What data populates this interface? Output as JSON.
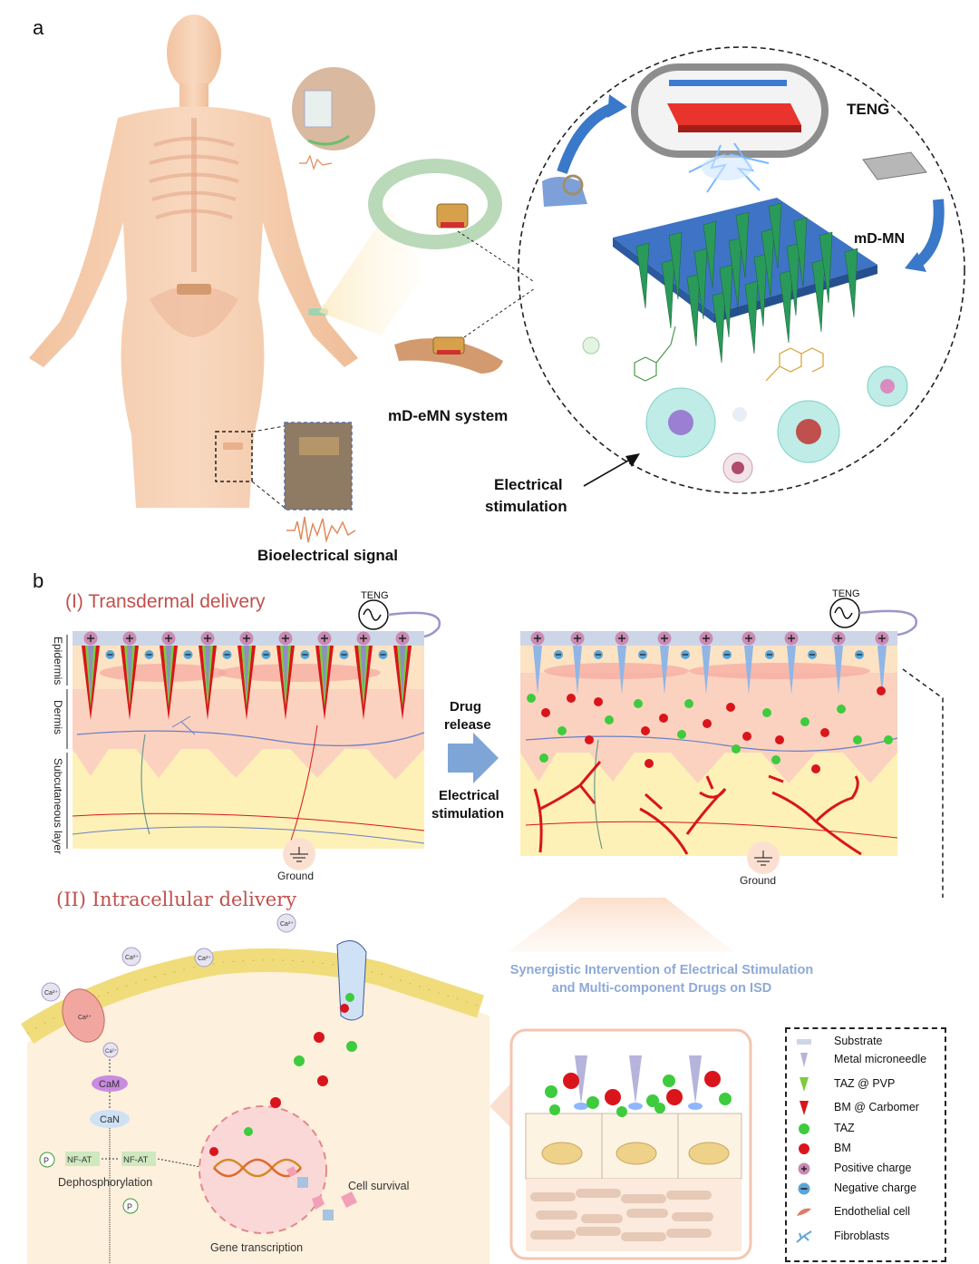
{
  "panel_a": {
    "letter": "a",
    "teng_label": "TENG",
    "mdmn_label": "mD-MN",
    "system_label": "mD-eMN system",
    "bio_signal_label": "Bioelectrical signal",
    "elec_stim_line1": "Electrical",
    "elec_stim_line2": "stimulation"
  },
  "panel_b": {
    "letter": "b",
    "section1_title": "(I) Transdermal delivery",
    "section2_title": "(II)  Intracellular delivery",
    "teng_left": "TENG",
    "teng_right": "TENG",
    "layer_epidermis": "Epidermis",
    "layer_dermis": "Dermis",
    "layer_subcutaneous": "Subcutaneous layer",
    "drug_release_1": "Drug",
    "drug_release_2": "release",
    "elec_stim_1": "Electrical",
    "elec_stim_2": "stimulation",
    "ground_left": "Ground",
    "ground_right": "Ground",
    "synergy_line1": "Synergistic Intervention of Electrical Stimulation",
    "synergy_line2": "and Multi-component Drugs on ISD",
    "ca_label": "Ca²⁺",
    "cam_label": "CaM",
    "can_label": "CaN",
    "p_label": "P",
    "nfat_label": "NF-AT",
    "dephos_label": "Dephosphorylation",
    "cell_survival_label": "Cell survival",
    "gene_transcription_label": "Gene transcription"
  },
  "legend": {
    "items": [
      {
        "label": "Substrate",
        "symbol": "substrate"
      },
      {
        "label": "Metal microneedle",
        "symbol": "metal-needle"
      },
      {
        "label": "TAZ @ PVP",
        "symbol": "green-needle"
      },
      {
        "label": "BM @ Carbomer",
        "symbol": "red-needle"
      },
      {
        "label": "TAZ",
        "symbol": "green-dot"
      },
      {
        "label": "BM",
        "symbol": "red-dot"
      },
      {
        "label": "Positive  charge",
        "symbol": "plus"
      },
      {
        "label": "Negative  charge",
        "symbol": "minus"
      },
      {
        "label": "Endothelial cell",
        "symbol": "endothelial"
      },
      {
        "label": "Fibroblasts",
        "symbol": "fibroblast"
      }
    ]
  },
  "colors": {
    "title_red": "#c0504d",
    "synergy_blue": "#8ea9d8",
    "skin": "#f7c9b0",
    "subcut": "#fdf1b8",
    "needle_green": "#2fa060",
    "bm_red": "#d9151b",
    "taz_green": "#3ecb3e"
  }
}
